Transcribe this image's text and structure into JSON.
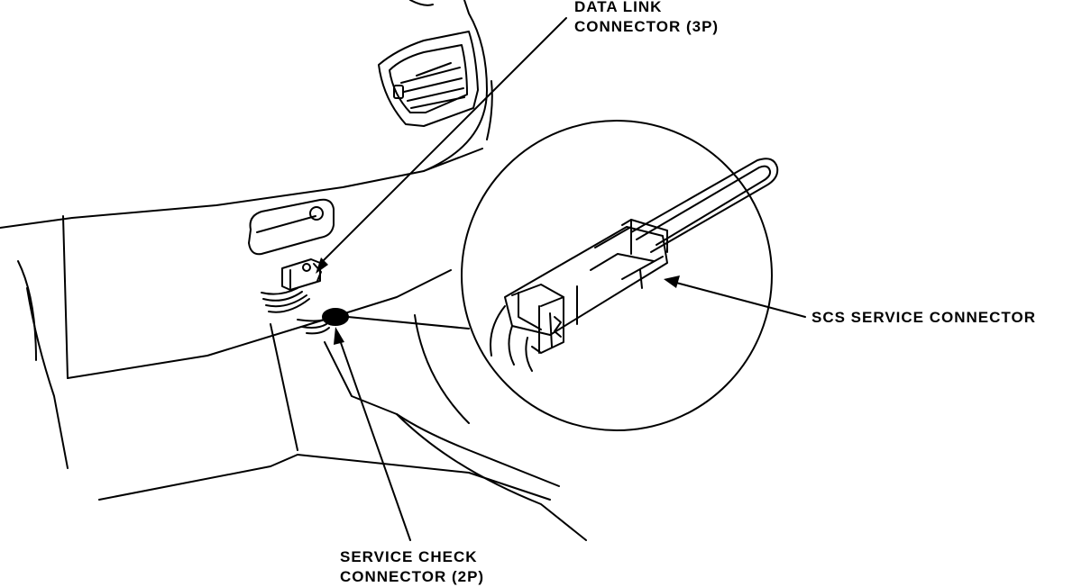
{
  "labels": {
    "data_link": {
      "line1": "DATA LINK",
      "line2": "CONNECTOR (3P)"
    },
    "scs": {
      "line1": "SCS SERVICE CONNECTOR"
    },
    "service_check": {
      "line1": "SERVICE CHECK",
      "line2": "CONNECTOR (2P)"
    }
  },
  "colors": {
    "ink": "#000000",
    "paper": "#ffffff"
  }
}
